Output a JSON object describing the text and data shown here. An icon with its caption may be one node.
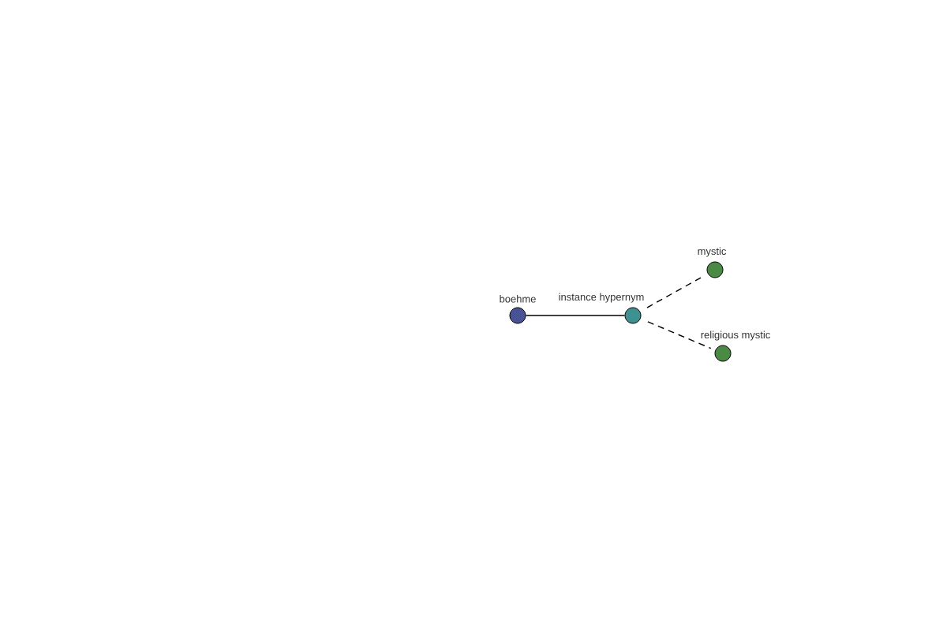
{
  "diagram": {
    "nodes": [
      {
        "text": [
          "boehme"
        ]
      },
      {
        "text": [
          "instance hypernym"
        ]
      },
      {
        "text": [
          "mystic"
        ]
      },
      {
        "text": [
          "religious mystic"
        ]
      }
    ],
    "edges": [
      {
        "from": 0,
        "to": 1,
        "arrow": "none"
      },
      {
        "from": 1,
        "to": 2,
        "arrow": "none",
        "style": "dashed"
      },
      {
        "from": 1,
        "to": 3,
        "arrow": "none",
        "style": "dashed"
      }
    ]
  }
}
